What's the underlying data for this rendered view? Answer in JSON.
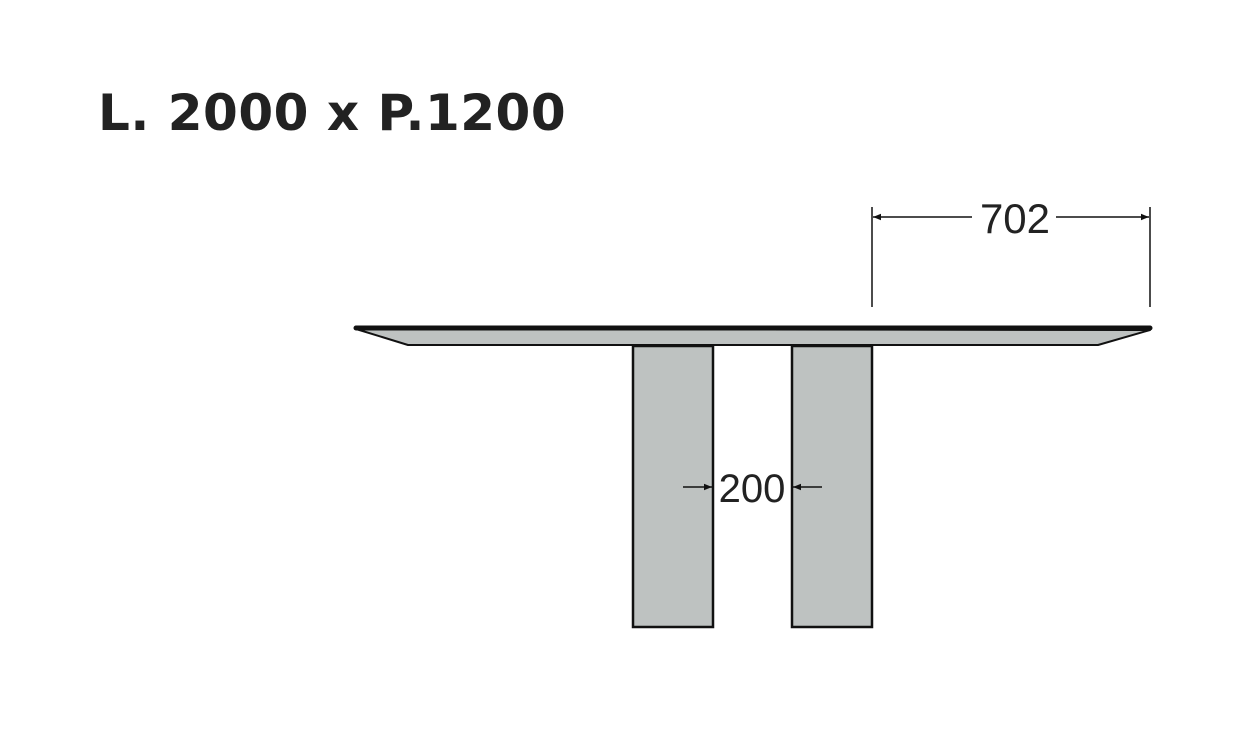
{
  "title": "L. 2000 x P.1200",
  "dimensions": {
    "overhang": "702",
    "leg_gap": "200"
  },
  "colors": {
    "line": "#111111",
    "fill": "#bec2c1",
    "text": "#222222"
  }
}
